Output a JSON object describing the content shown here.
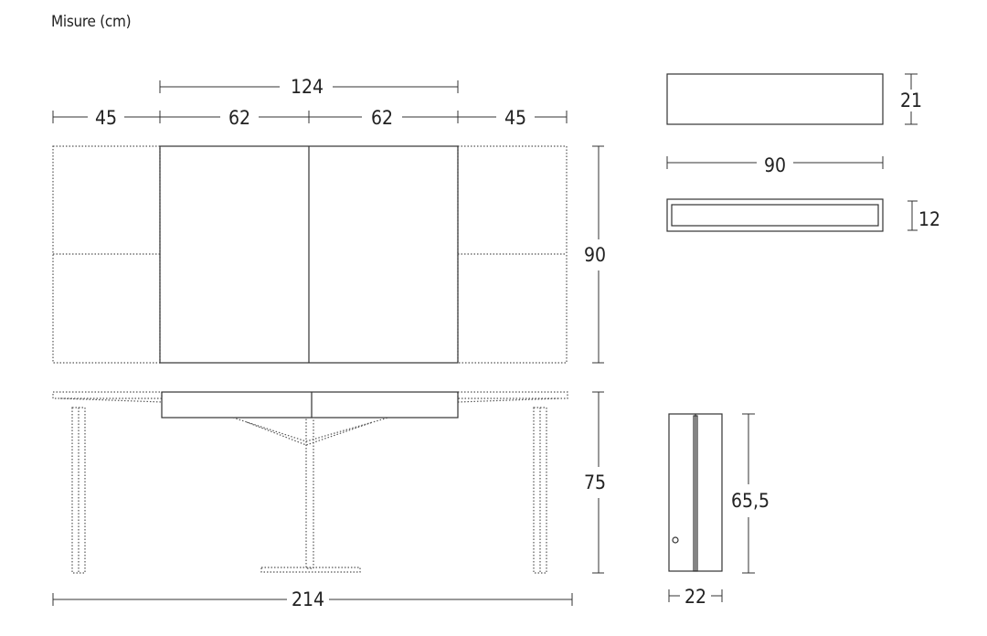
{
  "title": "Misure (cm)",
  "dimensions": {
    "top_total": "124",
    "top_left_ext": "45",
    "top_center_left": "62",
    "top_center_right": "62",
    "top_right_ext": "45",
    "depth": "90",
    "height": "75",
    "total_width": "214",
    "box_height": "21",
    "box_width": "90",
    "tray_height": "12",
    "side_height": "65,5",
    "side_width": "22"
  }
}
